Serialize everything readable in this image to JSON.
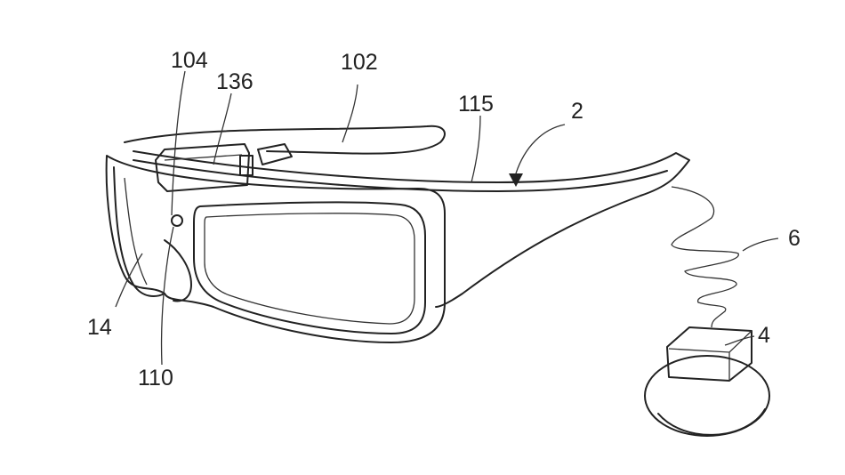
{
  "figure": {
    "labels": {
      "l104": "104",
      "l136": "136",
      "l102": "102",
      "l115": "115",
      "l2": "2",
      "l6": "6",
      "l4": "4",
      "l14": "14",
      "l110": "110"
    }
  }
}
